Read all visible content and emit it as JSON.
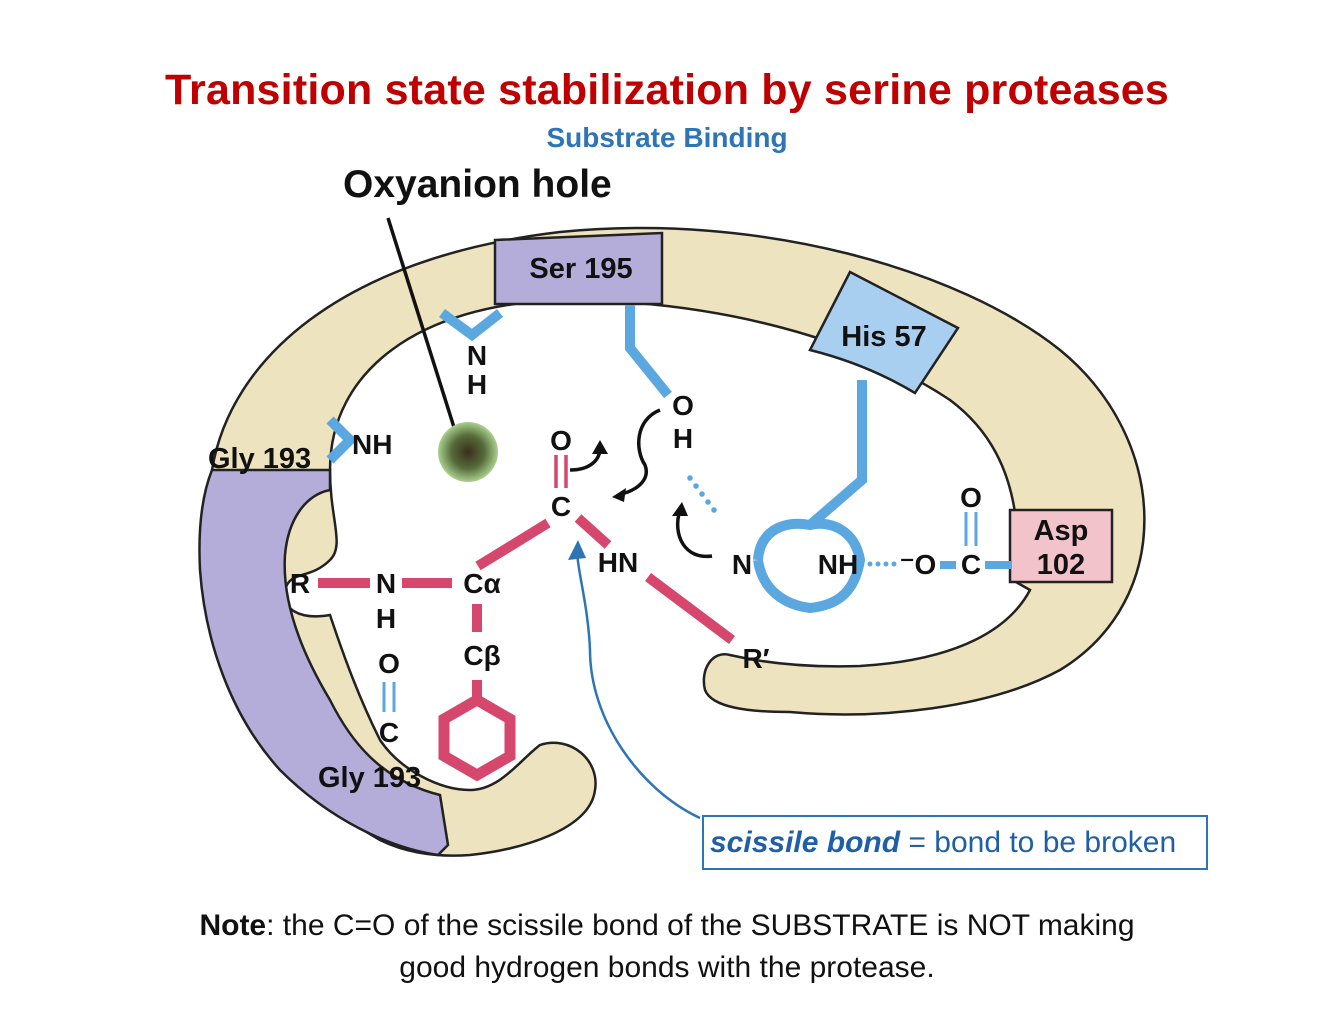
{
  "title": "Transition state stabilization by serine proteases",
  "subtitle": "Substrate Binding",
  "pointer_label": "Oxyanion hole",
  "colors": {
    "title": "#c00000",
    "subtitle": "#2e75b6",
    "protein": "#ede3be",
    "glycine": "#b4acd9",
    "serine": "#b4acd9",
    "histidine": "#a8cff0",
    "aspartate": "#f3c3cb",
    "enzyme_bonds": "#5ba7e0",
    "substrate_bonds": "#d6476e",
    "oxyanion": "#2f4a24"
  },
  "residues": {
    "ser": "Ser 195",
    "his": "His 57",
    "asp_line1": "Asp",
    "asp_line2": "102",
    "gly_upper": "Gly 193",
    "gly_lower": "Gly 193"
  },
  "atoms": {
    "ser_backbone_n": "N",
    "ser_backbone_h": "H",
    "gly_nh": "NH",
    "ser_o": "O",
    "ser_h": "H",
    "carbonyl_o": "O",
    "carbonyl_c": "C",
    "hn": "HN",
    "his_n": "N",
    "his_nh": "NH",
    "asp_o_minus": "⁻O",
    "asp_c": "C",
    "asp_o_top": "O",
    "r": "R",
    "r_prime": "R′",
    "sub_n": "N",
    "sub_h": "H",
    "sub_o": "O",
    "sub_c": "C",
    "c_alpha": "Cα",
    "c_beta": "Cβ"
  },
  "callout": {
    "term": "scissile bond",
    "definition": " = bond to be broken"
  },
  "note": {
    "label": "Note",
    "text": ": the C=O of the scissile bond of the SUBSTRATE is NOT making",
    "line2": "good hydrogen bonds with the protease."
  }
}
